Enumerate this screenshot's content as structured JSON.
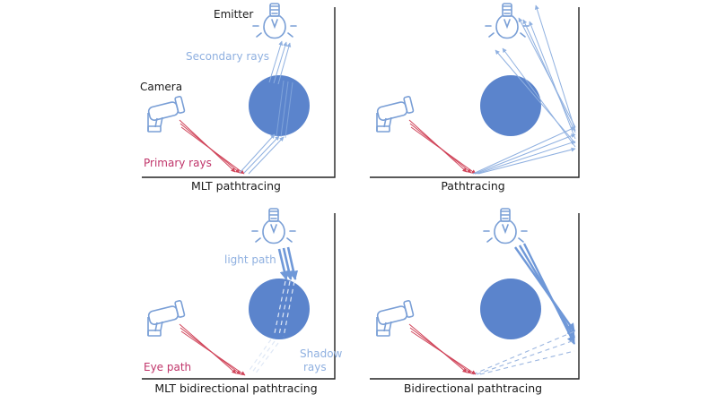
{
  "colors": {
    "sphere": "#5b84cc",
    "ray_blue": "#8fb0e0",
    "ray_red": "#d0455a",
    "label_red": "#c0356a",
    "wall": "#222222"
  },
  "panels": [
    {
      "caption": "MLT pathtracing",
      "labels": {
        "emitter": "Emitter",
        "camera": "Camera",
        "secondary": "Secondary rays",
        "primary": "Primary rays"
      }
    },
    {
      "caption": "Pathtracing"
    },
    {
      "caption": "MLT bidirectional pathtracing",
      "labels": {
        "light_path": "light path",
        "shadow_line1": "Shadow",
        "shadow_line2": "rays",
        "eye_path": "Eye path"
      }
    },
    {
      "caption": "Bidirectional pathtracing"
    }
  ],
  "icons": {
    "camera": "security-camera-icon",
    "bulb": "light-bulb-icon"
  }
}
